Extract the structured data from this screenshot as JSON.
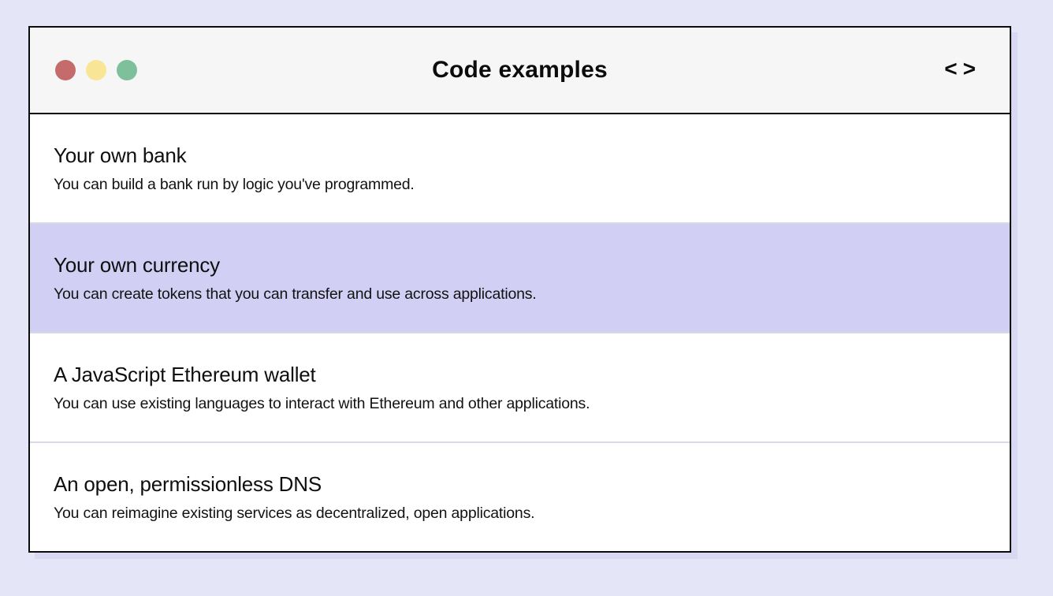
{
  "window": {
    "title": "Code examples",
    "code_icon": "<>",
    "traffic_lights": [
      {
        "name": "red",
        "color": "#c66b6b"
      },
      {
        "name": "yellow",
        "color": "#f8e595"
      },
      {
        "name": "green",
        "color": "#7fc09c"
      }
    ]
  },
  "examples": [
    {
      "title": "Your own bank",
      "description": "You can build a bank run by logic you've programmed.",
      "highlighted": false
    },
    {
      "title": "Your own currency",
      "description": "You can create tokens that you can transfer and use across applications.",
      "highlighted": true
    },
    {
      "title": "A JavaScript Ethereum wallet",
      "description": "You can use existing languages to interact with Ethereum and other applications.",
      "highlighted": false
    },
    {
      "title": "An open, permissionless DNS",
      "description": "You can reimagine existing services as decentralized, open applications.",
      "highlighted": false
    }
  ],
  "colors": {
    "page_background": "#e5e5f8",
    "window_background": "#ffffff",
    "titlebar_background": "#f6f6f6",
    "window_border": "#0b0b0b",
    "highlight_row": "#d2cff4",
    "row_separator": "#d8d8e6",
    "window_shadow": "#d8d8f2",
    "text": "#0f0f0f"
  }
}
